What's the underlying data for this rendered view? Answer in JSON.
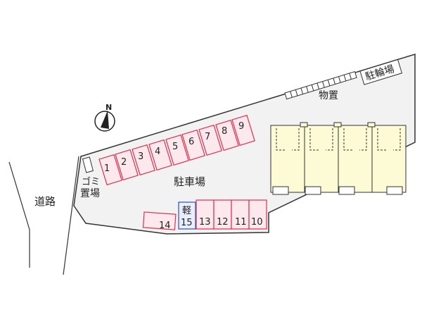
{
  "labels": {
    "road": "道路",
    "parking": "駐車場",
    "bike_parking": "駐輪場",
    "storage": "物置",
    "garbage_top": "ゴミ",
    "garbage_bottom": "置場",
    "kei": "軽",
    "north": "N"
  },
  "parking_spaces": [
    "1",
    "2",
    "3",
    "4",
    "5",
    "6",
    "7",
    "8",
    "9",
    "10",
    "11",
    "12",
    "13",
    "14",
    "15"
  ],
  "colors": {
    "lot_fill": "#f2f2f2",
    "outline": "#333333",
    "space_fill": "#fde8ee",
    "space_stroke": "#e0304a",
    "kei_fill": "#e8eefc",
    "kei_stroke": "#3050c8",
    "building_fill": "#fdfbd6"
  }
}
